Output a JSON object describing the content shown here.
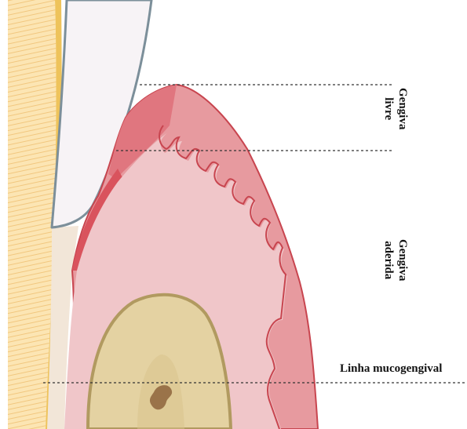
{
  "labels": {
    "free_gingiva_line1": "Gengiva",
    "free_gingiva_line2": "livre",
    "attached_gingiva_line1": "Gengiva",
    "attached_gingiva_line2": "aderida",
    "mucogingival_line": "Linha mucogengival"
  },
  "colors": {
    "enamel": "#f7f3f6",
    "enamel_outline": "#7c8f9a",
    "dentin": "#fce5b3",
    "dentin_stripes": "#f1c77f",
    "cementum": "#eec35b",
    "root_surface": "#f2e6d8",
    "connective_tissue": "#f0c6c9",
    "epithelium": "#e79a9f",
    "epithelium_outline": "#c8454f",
    "bone": "#e4d2a2",
    "bone_outline": "#b19a60",
    "marrow": "#9a7349"
  }
}
